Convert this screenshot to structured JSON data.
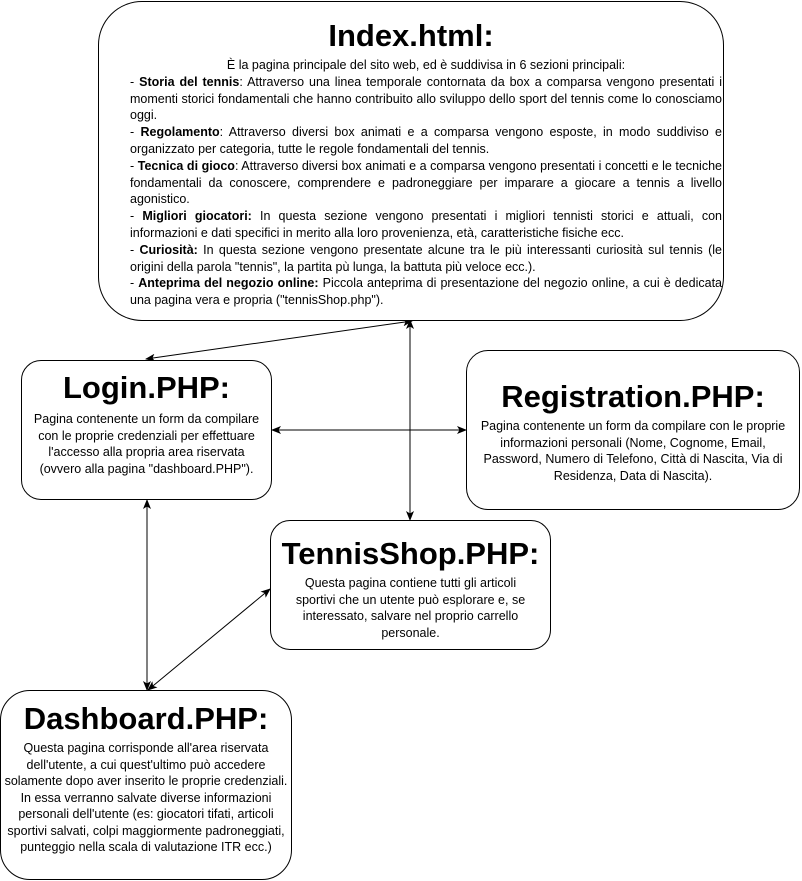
{
  "index": {
    "title": "Index.html:",
    "intro": "È la pagina principale del sito web, ed è suddivisa in 6 sezioni principali:",
    "sections": [
      {
        "dash": "- ",
        "label": "Storia del tennis",
        "text": ": Attraverso una linea temporale contornata da box a comparsa vengono presentati i momenti storici fondamentali che hanno contribuito allo sviluppo dello sport del tennis come lo conosciamo oggi."
      },
      {
        "dash": " - ",
        "label": "Regolamento",
        "text": ": Attraverso diversi box animati e a comparsa vengono esposte, in modo suddiviso e organizzato per categoria, tutte le regole fondamentali del tennis."
      },
      {
        "dash": "- ",
        "label": "Tecnica di gioco",
        "text": ": Attraverso diversi box animati e a comparsa vengono presentati i concetti e le tecniche fondamentali da conoscere, comprendere e padroneggiare per imparare a giocare a tennis a livello agonistico."
      },
      {
        "dash": "- ",
        "label": "Migliori giocatori:",
        "text": " In questa sezione vengono presentati i migliori tennisti storici e attuali, con informazioni e dati specifici in merito alla loro provenienza, età, caratteristiche fisiche ecc."
      },
      {
        "dash": " - ",
        "label": "Curiosità:",
        "text": " In questa sezione vengono presentate alcune tra le più interessanti curiosità sul tennis (le origini della parola \"tennis\", la partita pù lunga, la battuta più veloce ecc.)."
      },
      {
        "dash": "- ",
        "label": "Anteprima del negozio online:",
        "text": " Piccola anteprima di presentazione del negozio online, a cui è dedicata una pagina vera e propria (\"tennisShop.php\")."
      }
    ]
  },
  "login": {
    "title": "Login.PHP:",
    "description": "Pagina contenente un form da compilare con le proprie credenziali per effettuare l'accesso alla propria area riservata (ovvero alla pagina \"dashboard.PHP\")."
  },
  "registration": {
    "title": "Registration.PHP:",
    "description": "Pagina contenente un form da compilare con le proprie informazioni personali (Nome, Cognome, Email, Password, Numero di Telefono, Città di Nascita, Via di Residenza, Data di Nascita)."
  },
  "tennisshop": {
    "title": "TennisShop.PHP:",
    "description": "Questa pagina contiene tutti gli articoli sportivi che un utente può esplorare e, se interessato, salvare nel proprio carrello personale."
  },
  "dashboard": {
    "title": "Dashboard.PHP:",
    "description": "Questa pagina corrisponde all'area riservata dell'utente, a cui quest'ultimo può accedere solamente dopo aver inserito le proprie credenziali. In essa verranno salvate diverse informazioni personali dell'utente (es: giocatori tifati, articoli sportivi salvati, colpi maggiormente padroneggiati, punteggio nella scala di valutazione ITR ecc.)"
  }
}
